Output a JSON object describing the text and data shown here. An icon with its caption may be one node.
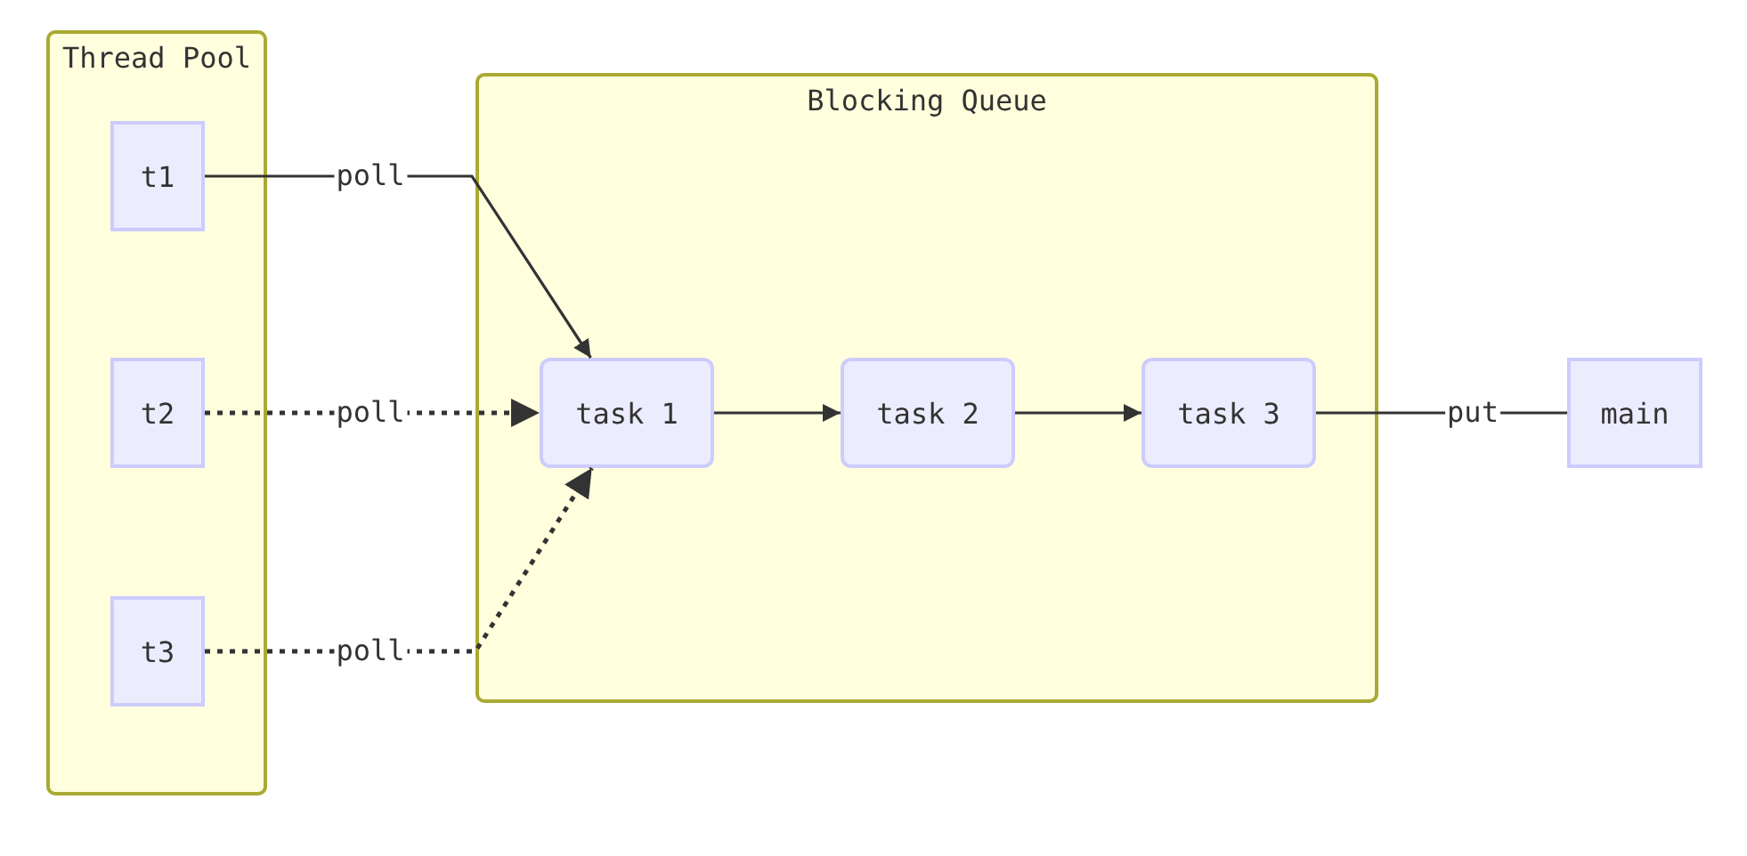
{
  "diagram": {
    "nodes": [
      {
        "text": [
          "Thread Pool"
        ]
      },
      {
        "text": [
          "t1"
        ],
        "in": 0
      },
      {
        "text": [
          "t2"
        ],
        "in": 0
      },
      {
        "text": [
          "t3"
        ],
        "in": 0
      },
      {
        "text": [
          "Blocking Queue"
        ]
      },
      {
        "text": [
          "task 1"
        ],
        "in": 4
      },
      {
        "text": [
          "task 2"
        ],
        "in": 4
      },
      {
        "text": [
          "task 3"
        ],
        "in": 4
      },
      {
        "text": [
          "main"
        ]
      }
    ],
    "edges": [
      {
        "from": 1,
        "to": 5,
        "arrow": "to",
        "label": "poll"
      },
      {
        "from": 2,
        "to": 5,
        "arrow": "to",
        "label": "poll",
        "style": "dashed"
      },
      {
        "from": 3,
        "to": 5,
        "arrow": "to",
        "label": "poll",
        "style": "dashed"
      },
      {
        "from": 5,
        "to": 6,
        "arrow": "to"
      },
      {
        "from": 6,
        "to": 7,
        "arrow": "to"
      },
      {
        "from": 8,
        "to": 7,
        "arrow": "none",
        "label": "put"
      }
    ]
  }
}
